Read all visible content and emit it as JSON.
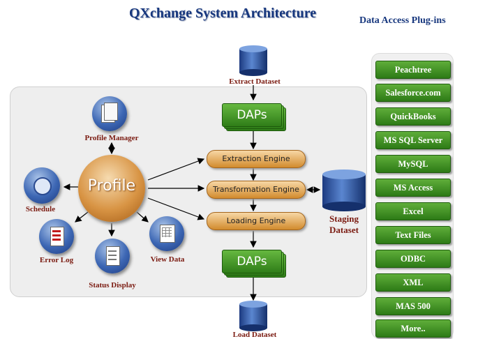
{
  "title": "QXchange System Architecture",
  "plugins_title": "Data Access Plug-ins",
  "datasets": {
    "extract": "Extract Dataset",
    "staging": "Staging Dataset",
    "staging_line1": "Staging",
    "staging_line2": "Dataset",
    "load": "Load Dataset"
  },
  "daps_label": "DAPs",
  "engines": {
    "extraction": "Extraction Engine",
    "transformation": "Transformation Engine",
    "loading": "Loading Engine"
  },
  "profile": {
    "center": "Profile",
    "manager": "Profile Manager",
    "schedule": "Schedule",
    "error_log": "Error Log",
    "status_display": "Status Display",
    "view_data": "View Data"
  },
  "plugins": [
    "Peachtree",
    "Salesforce.com",
    "QuickBooks",
    "MS SQL Server",
    "MySQL",
    "MS Access",
    "Excel",
    "Text Files",
    "ODBC",
    "XML",
    "MAS 500",
    "More.."
  ],
  "colors": {
    "title": "#17377e",
    "plugin_green": "#2d7a16",
    "engine_orange": "#d28b2e",
    "label_red": "#7a1a10",
    "cylinder_blue": "#1c3a80"
  }
}
